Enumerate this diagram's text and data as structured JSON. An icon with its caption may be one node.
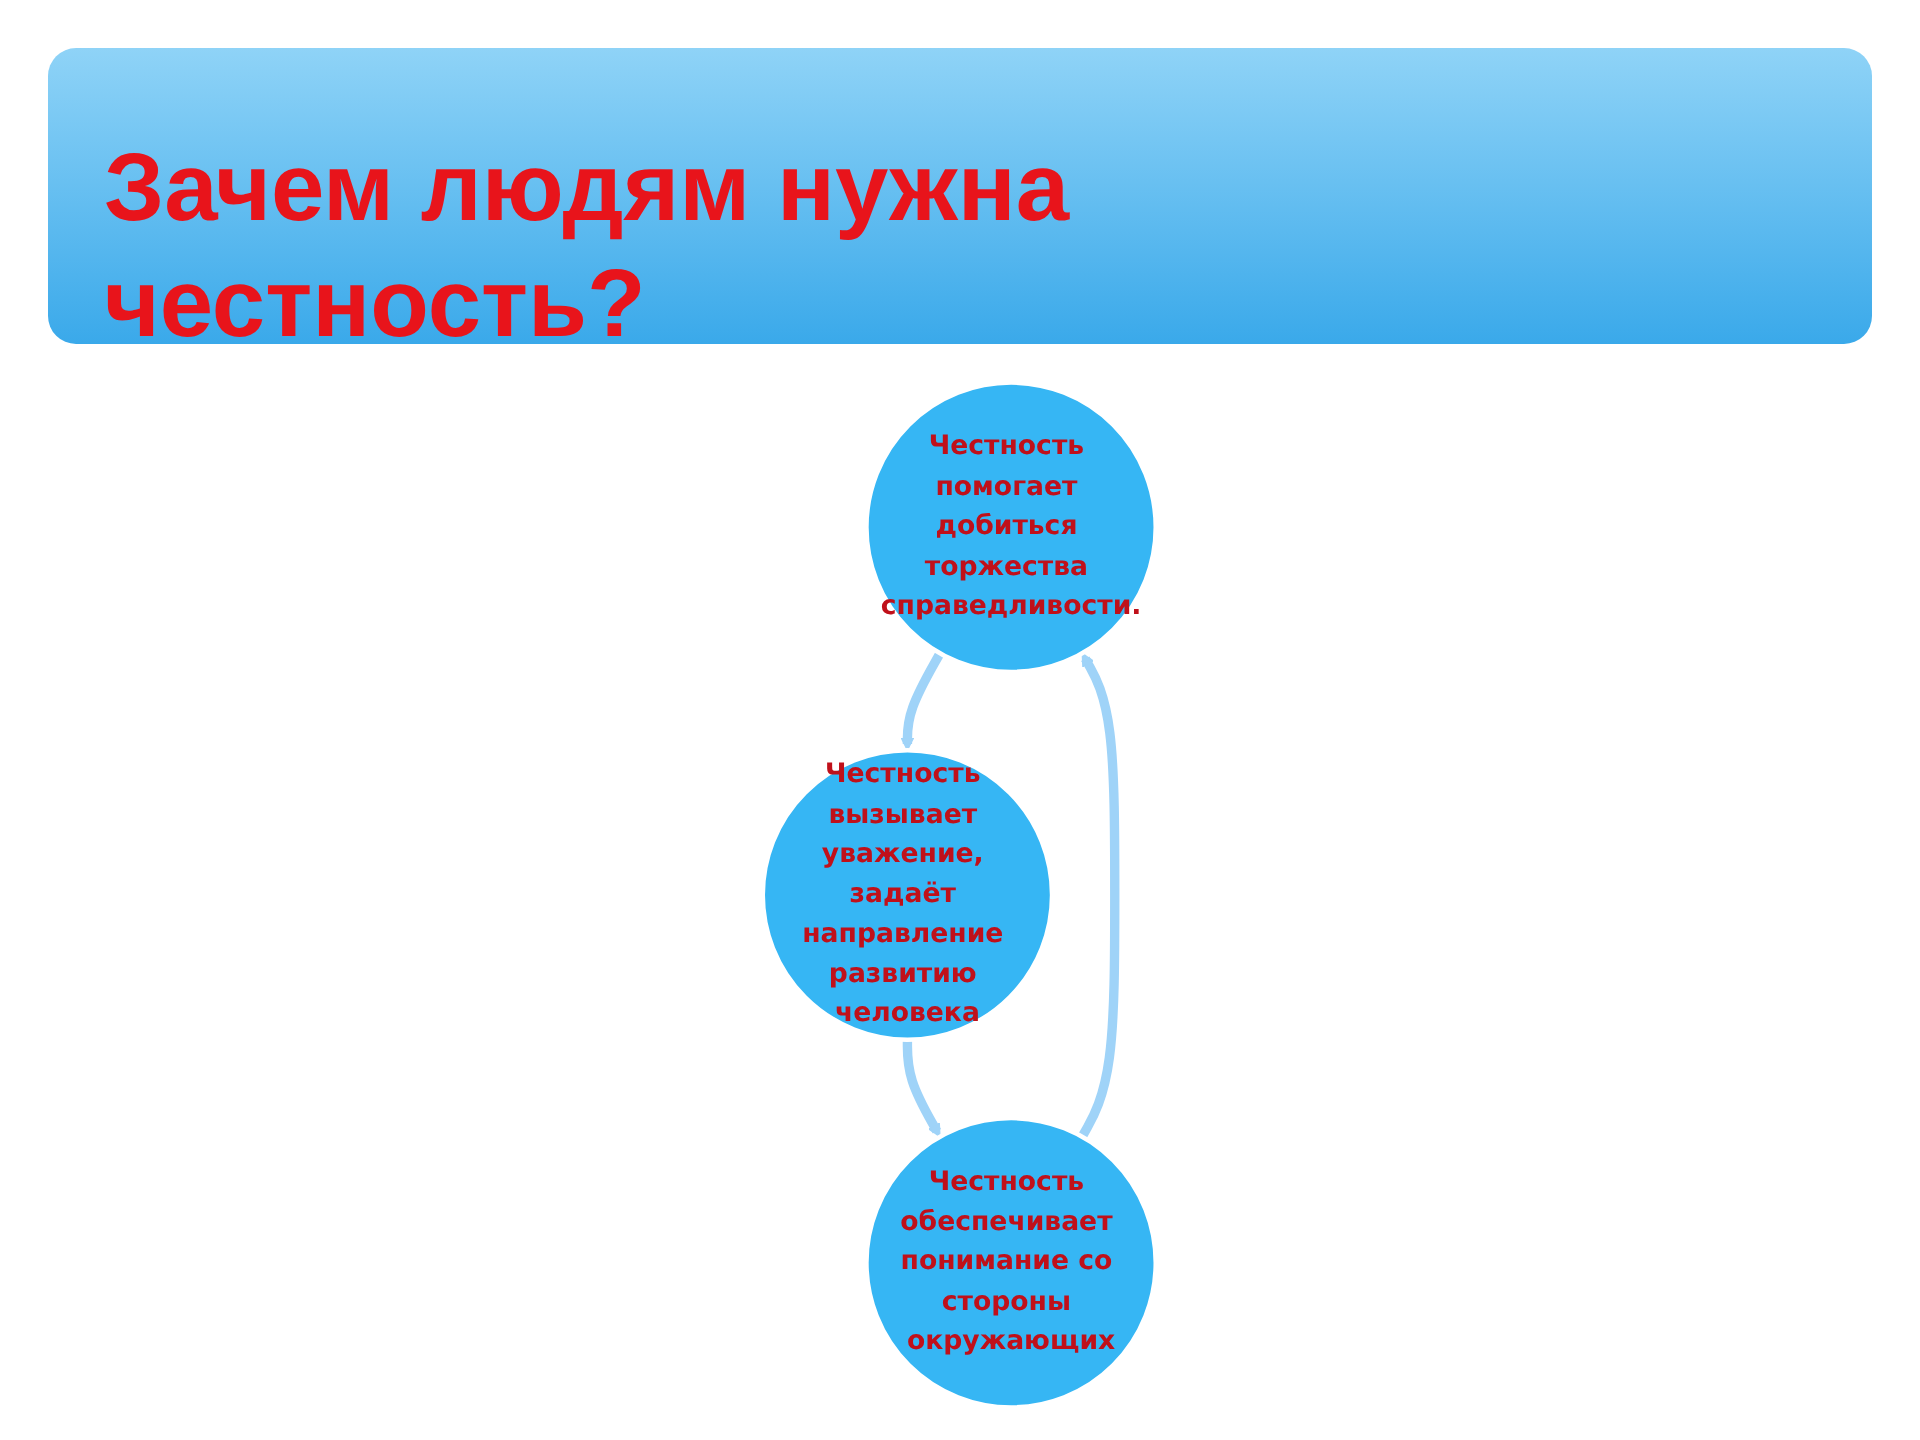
{
  "diagram": {
    "title": "Зачем людям нужна честность?",
    "nodes": [
      {
        "text": [
          "Честность помогает добиться торжества справедливости."
        ]
      },
      {
        "text": [
          "Честность вызывает уважение, задаёт направление развитию человека"
        ]
      },
      {
        "text": [
          "Честность обеспечивает понимание со стороны окружающих"
        ]
      }
    ],
    "edges": [
      {
        "from": 0,
        "to": 1,
        "arrow": "to"
      },
      {
        "from": 1,
        "to": 2,
        "arrow": "to"
      },
      {
        "from": 2,
        "to": 0,
        "arrow": "to"
      }
    ]
  }
}
